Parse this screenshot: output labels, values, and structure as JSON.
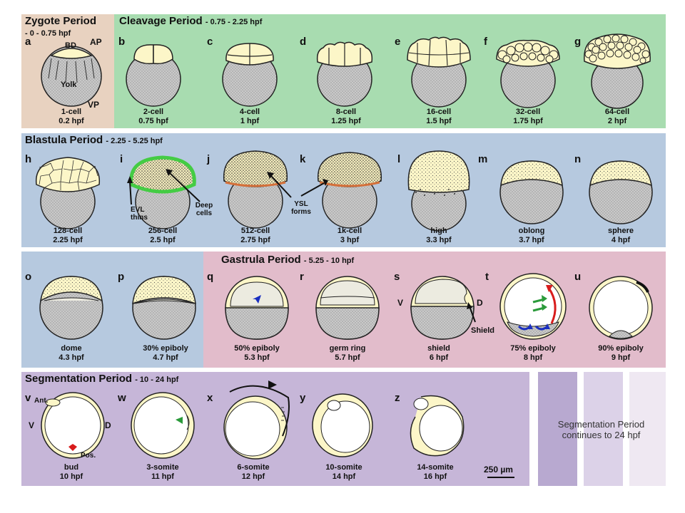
{
  "panels": {
    "zygote": {
      "title": "Zygote Period",
      "subtitle": "- 0 - 0.75 hpf",
      "color": "#e8d2c0"
    },
    "cleavage": {
      "title": "Cleavage Period",
      "subtitle": "- 0.75 - 2.25 hpf",
      "color": "#a8dcb0"
    },
    "blastula": {
      "title": "Blastula Period",
      "subtitle": "- 2.25 - 5.25 hpf",
      "color": "#b6c9df"
    },
    "gastrula": {
      "title": "Gastrula Period",
      "subtitle": "- 5.25 - 10 hpf",
      "color": "#e2bccb"
    },
    "segmentation": {
      "title": "Segmentation Period",
      "subtitle": "- 10 - 24 hpf",
      "color": "#c6b6d8"
    }
  },
  "stages": [
    {
      "id": "a",
      "label": "a",
      "name": "1-cell",
      "time": "0.2 hpf"
    },
    {
      "id": "b",
      "label": "b",
      "name": "2-cell",
      "time": "0.75 hpf"
    },
    {
      "id": "c",
      "label": "c",
      "name": "4-cell",
      "time": "1 hpf"
    },
    {
      "id": "d",
      "label": "d",
      "name": "8-cell",
      "time": "1.25 hpf"
    },
    {
      "id": "e",
      "label": "e",
      "name": "16-cell",
      "time": "1.5 hpf"
    },
    {
      "id": "f",
      "label": "f",
      "name": "32-cell",
      "time": "1.75 hpf"
    },
    {
      "id": "g",
      "label": "g",
      "name": "64-cell",
      "time": "2 hpf"
    },
    {
      "id": "h",
      "label": "h",
      "name": "128-cell",
      "time": "2.25 hpf"
    },
    {
      "id": "i",
      "label": "i",
      "name": "256-cell",
      "time": "2.5 hpf"
    },
    {
      "id": "j",
      "label": "j",
      "name": "512-cell",
      "time": "2.75 hpf"
    },
    {
      "id": "k",
      "label": "k",
      "name": "1k-cell",
      "time": "3 hpf"
    },
    {
      "id": "l",
      "label": "l",
      "name": "high",
      "time": "3.3 hpf"
    },
    {
      "id": "m",
      "label": "m",
      "name": "oblong",
      "time": "3.7 hpf"
    },
    {
      "id": "n",
      "label": "n",
      "name": "sphere",
      "time": "4 hpf"
    },
    {
      "id": "o",
      "label": "o",
      "name": "dome",
      "time": "4.3 hpf"
    },
    {
      "id": "p",
      "label": "p",
      "name": "30% epiboly",
      "time": "4.7 hpf"
    },
    {
      "id": "q",
      "label": "q",
      "name": "50% epiboly",
      "time": "5.3 hpf"
    },
    {
      "id": "r",
      "label": "r",
      "name": "germ ring",
      "time": "5.7 hpf"
    },
    {
      "id": "s",
      "label": "s",
      "name": "shield",
      "time": "6 hpf"
    },
    {
      "id": "t",
      "label": "t",
      "name": "75% epiboly",
      "time": "8 hpf"
    },
    {
      "id": "u",
      "label": "u",
      "name": "90% epiboly",
      "time": "9 hpf"
    },
    {
      "id": "v",
      "label": "v",
      "name": "bud",
      "time": "10 hpf"
    },
    {
      "id": "w",
      "label": "w",
      "name": "3-somite",
      "time": "11 hpf"
    },
    {
      "id": "x",
      "label": "x",
      "name": "6-somite",
      "time": "12 hpf"
    },
    {
      "id": "y",
      "label": "y",
      "name": "10-somite",
      "time": "14 hpf"
    },
    {
      "id": "z",
      "label": "z",
      "name": "14-somite",
      "time": "16 hpf"
    }
  ],
  "annotations": {
    "bd": "BD",
    "ap": "AP",
    "vp": "VP",
    "yolk": "Yolk",
    "evl_thins": "EVL thins",
    "deep_cells": "Deep cells",
    "ysl_forms": "YSL forms",
    "v_left": "V",
    "d_right": "D",
    "shield": "Shield",
    "ant": "Ant.",
    "pos": "Pos.",
    "v_seg": "V",
    "d_seg": "D"
  },
  "scale_bar": "250 µm",
  "continuation_note": "Segmentation Period continues to 24 hpf",
  "colors": {
    "yolk": "#c8c8c8",
    "blastoderm": "#fcf6c8",
    "evl": "#44cc44",
    "ysl": "#d4703a",
    "arrow_blue": "#1a2fc0",
    "arrow_green": "#2a9a3a",
    "arrow_red": "#d81c1c",
    "continuation_bars": [
      "#b8a9d0",
      "#dcd2e8",
      "#efe8f2"
    ]
  }
}
